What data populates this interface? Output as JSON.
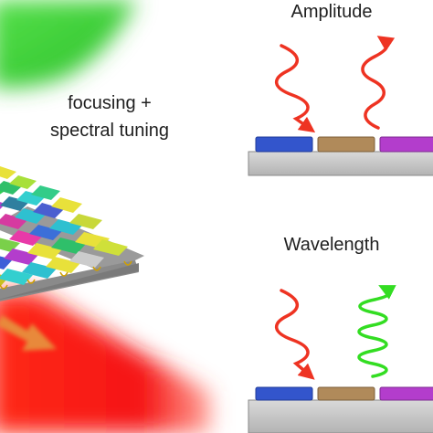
{
  "caption": {
    "line1": "focusing +",
    "line2": "spectral tuning"
  },
  "panels": {
    "amplitude": {
      "label": "Amplitude"
    },
    "wavelength": {
      "label": "Wavelength"
    }
  },
  "colors": {
    "red_wave": "#ee3322",
    "green_wave": "#33dd22",
    "pixel_blue": "#3355cc",
    "pixel_tan": "#b08a5a",
    "pixel_purple": "#b33dcc",
    "substrate": "#c8c8c8",
    "beam_red": "#ff1a1a",
    "beam_green": "#3ad13a",
    "arrow_orange": "#e8893a"
  }
}
